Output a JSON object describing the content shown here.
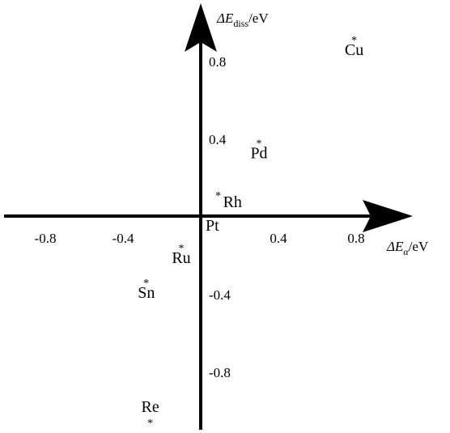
{
  "chart_data": {
    "type": "scatter",
    "title": "",
    "xlabel": {
      "prefix": "ΔE",
      "sub": "α",
      "suffix": "/eV"
    },
    "ylabel": {
      "prefix": "ΔE",
      "sub": "diss",
      "suffix": "/eV"
    },
    "xlim": [
      -1.0,
      1.08
    ],
    "ylim": [
      -1.18,
      1.05
    ],
    "x_ticks": [
      {
        "value": -0.8,
        "label": "-0.8"
      },
      {
        "value": -0.4,
        "label": "-0.4"
      },
      {
        "value": 0.4,
        "label": "0.4"
      },
      {
        "value": 0.8,
        "label": "0.8"
      }
    ],
    "y_ticks": [
      {
        "value": 0.8,
        "label": "0.8"
      },
      {
        "value": 0.4,
        "label": "0.4"
      },
      {
        "value": -0.4,
        "label": "-0.4"
      },
      {
        "value": -0.8,
        "label": "-0.8"
      }
    ],
    "points": [
      {
        "label": "Cu",
        "x": 0.79,
        "y": 0.92,
        "label_pos": "below"
      },
      {
        "label": "Pd",
        "x": 0.3,
        "y": 0.39,
        "label_pos": "below"
      },
      {
        "label": "Rh",
        "x": 0.09,
        "y": 0.12,
        "label_pos": "below-right"
      },
      {
        "label": "Pt",
        "x": 0.0,
        "y": 0.0,
        "label_pos": "below-right"
      },
      {
        "label": "Ru",
        "x": -0.1,
        "y": -0.15,
        "label_pos": "below"
      },
      {
        "label": "Sn",
        "x": -0.28,
        "y": -0.33,
        "label_pos": "below"
      },
      {
        "label": "Re",
        "x": -0.26,
        "y": -1.05,
        "label_pos": "above"
      }
    ],
    "grid": false,
    "legend": false
  }
}
